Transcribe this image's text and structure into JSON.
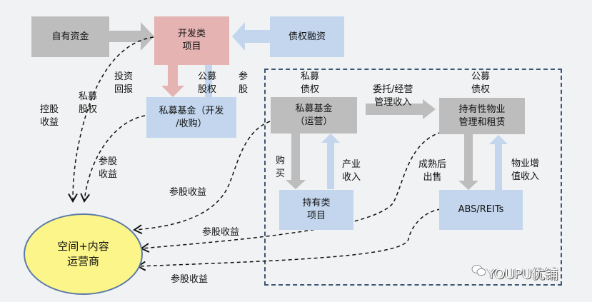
{
  "nodes": {
    "own_funds": "自有资金",
    "dev_project": "开发类\n项目",
    "debt_financing": "债权融资",
    "pe_fund_dev": "私募基金（开发\n/收购）",
    "pe_fund_ops": "私募基金\n（运营）",
    "holding_property": "持有性物业\n管理和租赁",
    "holding_project": "持有类\n项目",
    "abs_reits": "ABS/REITs",
    "operator": "空间+内容\n运营商"
  },
  "labels": {
    "holding_return": "控股\n收益",
    "private_equity": "私募\n股权",
    "investment_return": "投资\n回报",
    "public_equity": "公募\n股权",
    "equity_stake": "参\n股",
    "equity_return_1": "参股\n收益",
    "equity_return_2": "参股收益",
    "equity_return_3": "参股收益",
    "equity_return_4": "参股收益",
    "private_debt": "私募\n债权",
    "public_debt": "公募\n债权",
    "mgmt_income": "委托/经营\n管理收入",
    "purchase": "购\n买",
    "industry_income": "产业\n收入",
    "sell_mature": "成熟后\n出售",
    "value_add_income": "物业增\n值收入"
  },
  "watermark": "YOUPU优铺",
  "colors": {
    "gray": "#bdbdbd",
    "pink": "#e6b3b3",
    "blue": "#c3d6ee",
    "oval": "#fbf58a",
    "frame": "#3e5675"
  }
}
